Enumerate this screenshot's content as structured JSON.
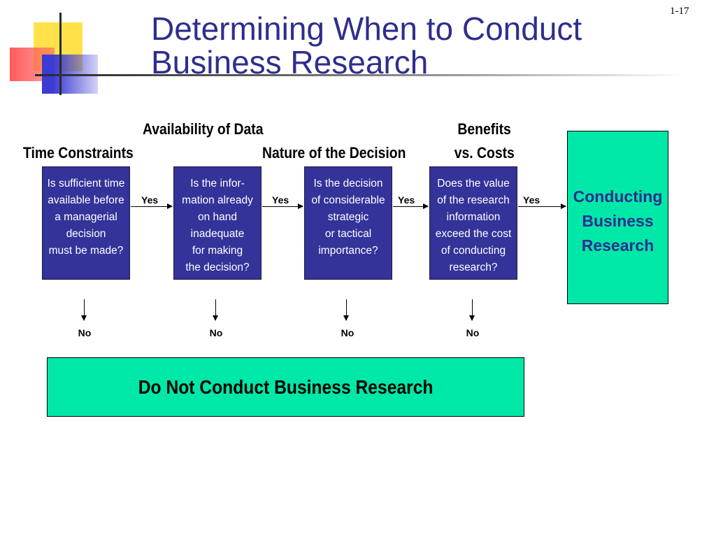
{
  "slide_number": "1-17",
  "title": "Determining When to Conduct\nBusiness Research",
  "criteria": {
    "availability": "Availability of Data",
    "time": "Time Constraints",
    "benefits_line1": "Benefits",
    "nature": "Nature of the Decision",
    "benefits_line2": "vs. Costs"
  },
  "questions": [
    "Is sufficient time\navailable before\na managerial\ndecision\n must be made?",
    "Is the infor-\nmation already\non hand\ninadequate\n for making\nthe decision?",
    "Is the decision\nof considerable\nstrategic\nor tactical\nimportance?",
    "Does the value\n of the research\ninformation\nexceed the cost\nof conducting\nresearch?"
  ],
  "yes_labels": [
    "Yes",
    "Yes",
    "Yes",
    "Yes"
  ],
  "no_labels": [
    "No",
    "No",
    "No",
    "No"
  ],
  "result_box": "Conducting\nBusiness\nResearch",
  "bottom_box": "Do Not Conduct Business Research",
  "colors": {
    "title": "#2e2e8e",
    "question_box": "#33339a",
    "result_fill": "#00e8a8",
    "decor_yellow": "#ffe24a",
    "decor_red": "#ff5a5a",
    "decor_blue": "#3b3bd6"
  }
}
